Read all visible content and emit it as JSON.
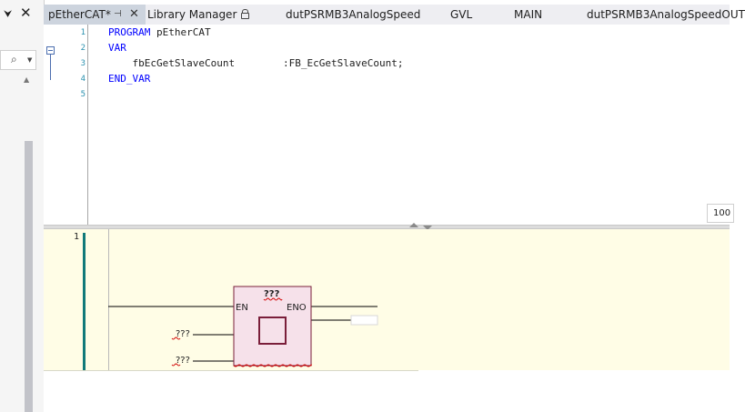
{
  "left_pane": {
    "pin_glyph": "⮟",
    "close_glyph": "✕",
    "search_glyph": "⌕",
    "dropdown_glyph": "▼",
    "scroll_up_glyph": "▲"
  },
  "tabs": [
    {
      "label": "pEtherCAT*",
      "active": true
    },
    {
      "label": "Library Manager",
      "locked": true
    },
    {
      "label": "dutPSRMB3AnalogSpeed"
    },
    {
      "label": "GVL"
    },
    {
      "label": "MAIN"
    },
    {
      "label": "dutPSRMB3AnalogSpeedOUT"
    }
  ],
  "tab_icons": {
    "pin": "⊣",
    "close": "✕"
  },
  "declaration": {
    "lines": [
      {
        "num": "1",
        "keyword": "PROGRAM",
        "text": " pEtherCAT"
      },
      {
        "num": "2",
        "keyword": "VAR",
        "text": ""
      },
      {
        "num": "3",
        "keyword": "",
        "text": "    fbEcGetSlaveCount        :FB_EcGetSlaveCount;"
      },
      {
        "num": "4",
        "keyword": "END_VAR",
        "text": ""
      },
      {
        "num": "5",
        "keyword": "",
        "text": ""
      }
    ],
    "zoom": "100"
  },
  "network": {
    "number": "1",
    "block": {
      "title": "???",
      "input_en": "EN",
      "output_eno": "ENO",
      "input1": "???",
      "input2": "???"
    }
  },
  "colors": {
    "keyword": "#0000ff",
    "line_number": "#2b91af",
    "network_bg": "#fffde6",
    "block_fill": "#f6e1ea",
    "block_border": "#7a1e3a",
    "error_squiggle": "#d00000",
    "network_marker": "#117a7a"
  }
}
